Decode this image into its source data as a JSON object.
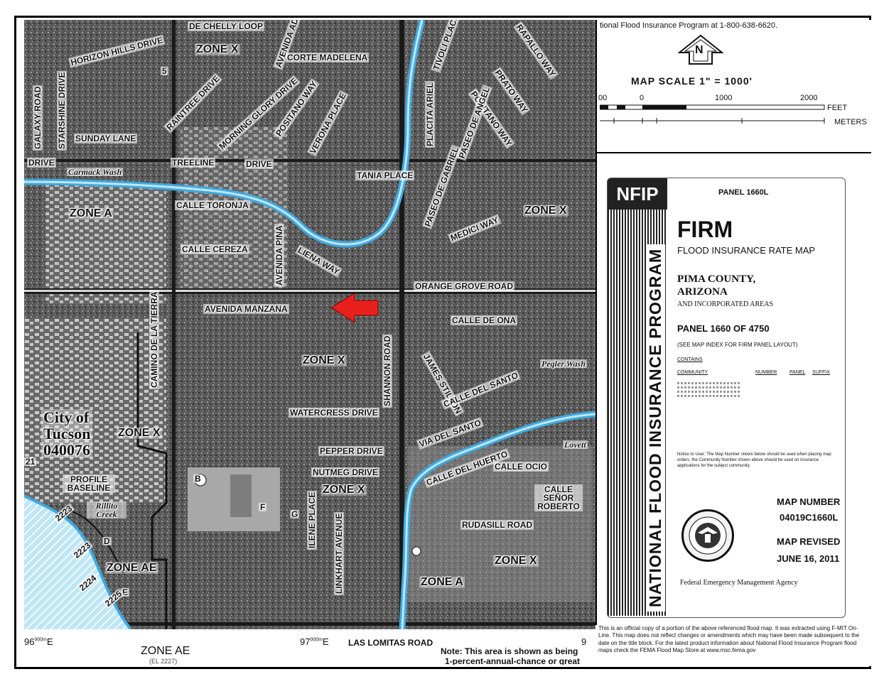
{
  "map": {
    "streets": [
      {
        "id": "de-chelly-loop",
        "text": "DE CHELLY LOOP"
      },
      {
        "id": "horizon-hills-drive",
        "text": "HORIZON HILLS DRIVE"
      },
      {
        "id": "avenida-adela",
        "text": "AVENIDA ADELA"
      },
      {
        "id": "corte-madelena",
        "text": "CORTE MADELENA"
      },
      {
        "id": "galaxy-road",
        "text": "GALAXY ROAD"
      },
      {
        "id": "starshine-drive",
        "text": "STARSHINE DRIVE"
      },
      {
        "id": "raintree-drive",
        "text": "RAINTREE DRIVE"
      },
      {
        "id": "morning-glory-drive",
        "text": "MORNING GLORY DRIVE"
      },
      {
        "id": "positano-way-1",
        "text": "POSITANO WAY"
      },
      {
        "id": "verona-place",
        "text": "VERONA PLACE"
      },
      {
        "id": "tivoli-place",
        "text": "TIVOLI PLACE"
      },
      {
        "id": "placita-ariel",
        "text": "PLACITA ARIEL"
      },
      {
        "id": "rapallo-way",
        "text": "RAPALLO WAY"
      },
      {
        "id": "prato-way",
        "text": "PRATO WAY"
      },
      {
        "id": "positano-way-2",
        "text": "POSITANO WAY"
      },
      {
        "id": "paseo-de-angel",
        "text": "PASEO DE ANGEL"
      },
      {
        "id": "sunday-lane",
        "text": "SUNDAY LANE"
      },
      {
        "id": "drive",
        "text": "DRIVE"
      },
      {
        "id": "treeline",
        "text": "TREELINE"
      },
      {
        "id": "drive-2",
        "text": "DRIVE"
      },
      {
        "id": "tania-place",
        "text": "TANIA PLACE"
      },
      {
        "id": "paseo-de-gabriel",
        "text": "PASEO DE GABRIEL"
      },
      {
        "id": "calle-toronja",
        "text": "CALLE TORONJA"
      },
      {
        "id": "medici-way",
        "text": "MEDICI WAY"
      },
      {
        "id": "calle-cereza",
        "text": "CALLE CEREZA"
      },
      {
        "id": "avenida-pina",
        "text": "AVENIDA PINA"
      },
      {
        "id": "liena-way",
        "text": "LIENA WAY"
      },
      {
        "id": "orange-grove-road",
        "text": "ORANGE GROVE ROAD"
      },
      {
        "id": "avenida-manzana",
        "text": "AVENIDA MANZANA"
      },
      {
        "id": "camino-de-la-tierra",
        "text": "CAMINO DE LA TIERRA"
      },
      {
        "id": "shannon-road",
        "text": "SHANNON ROAD"
      },
      {
        "id": "calle-de-ona",
        "text": "CALLE DE ONA"
      },
      {
        "id": "james-stilton",
        "text": "JAMES STILTON"
      },
      {
        "id": "calle-del-santo",
        "text": "CALLE DEL SANTO"
      },
      {
        "id": "watercress-drive",
        "text": "WATERCRESS DRIVE"
      },
      {
        "id": "via-del-santo",
        "text": "VIA DEL SANTO"
      },
      {
        "id": "pepper-drive",
        "text": "PEPPER DRIVE"
      },
      {
        "id": "nutmeg-drive",
        "text": "NUTMEG DRIVE"
      },
      {
        "id": "calle-del-huerto",
        "text": "CALLE DEL HUERTO"
      },
      {
        "id": "calle-ocio",
        "text": "CALLE OCIO"
      },
      {
        "id": "calle-senor-roberto",
        "text": "CALLE SEÑOR ROBERTO"
      },
      {
        "id": "ilene-place",
        "text": "ILENE PLACE"
      },
      {
        "id": "linkhart-avenue",
        "text": "LINKHART AVENUE"
      },
      {
        "id": "rudasill-road",
        "text": "RUDASILL ROAD"
      },
      {
        "id": "profile-baseline",
        "text": "PROFILE BASELINE"
      },
      {
        "id": "las-lomitas-road",
        "text": "LAS LOMITAS ROAD"
      }
    ],
    "zones": [
      {
        "id": "zone-x-1",
        "text": "ZONE X"
      },
      {
        "id": "zone-a-1",
        "text": "ZONE A"
      },
      {
        "id": "zone-x-2",
        "text": "ZONE X"
      },
      {
        "id": "zone-x-3",
        "text": "ZONE X"
      },
      {
        "id": "zone-x-4",
        "text": "ZONE X"
      },
      {
        "id": "zone-x-5",
        "text": "ZONE X"
      },
      {
        "id": "zone-ae-1",
        "text": "ZONE AE"
      },
      {
        "id": "zone-x-6",
        "text": "ZONE X"
      },
      {
        "id": "zone-a-2",
        "text": "ZONE A"
      }
    ],
    "washes": [
      {
        "id": "carmack-wash",
        "text": "Carmack Wash"
      },
      {
        "id": "rillito-creek",
        "text": "Rillito Creek"
      },
      {
        "id": "pegler-wash",
        "text": "Pegler Wash"
      },
      {
        "id": "lovett",
        "text": "Lovett"
      }
    ],
    "city": {
      "line1": "City of",
      "line2": "Tucson",
      "code": "040076"
    },
    "cross_sections": [
      "B",
      "D",
      "E",
      "F",
      "G"
    ],
    "elevations": [
      "2223",
      "2223",
      "2224",
      "2225"
    ],
    "marker_label": "5",
    "label_21": "21",
    "colors": {
      "stream": "#3fa9e0",
      "arrow": "#e8201b",
      "water_fill": "#9fd8ef"
    }
  },
  "bottom": {
    "coord_left": "96",
    "coord_left_sup": "000m",
    "coord_left_e": "E",
    "coord_mid": "97",
    "coord_mid_sup": "000m",
    "coord_mid_e": "E",
    "coord_right": "9",
    "zone_ae": "ZONE AE",
    "zone_ae_sub": "(EL 2227)",
    "las_lomitas": "LAS LOMITAS ROAD",
    "note_line1": "Note: This area is shown as being",
    "note_line2": "1-percent-annual-chance or great"
  },
  "scale": {
    "top_text": "tional Flood Insurance Program at 1-800-638-6620.",
    "north_letter": "N",
    "title": "MAP SCALE 1\" = 1000'",
    "tick_0a": "00",
    "tick_0": "0",
    "tick_1000": "1000",
    "tick_2000": "2000",
    "feet": "FEET",
    "meters": "METERS"
  },
  "panel": {
    "nfip": "NFIP",
    "vertical": "NATIONAL FLOOD INSURANCE PROGRAM",
    "panel_head": "PANEL 1660L",
    "firm": "FIRM",
    "firm_sub": "FLOOD INSURANCE RATE MAP",
    "county": "PIMA COUNTY,",
    "state": "ARIZONA",
    "areas": "AND INCORPORATED AREAS",
    "panel_of": "PANEL 1660 OF 4750",
    "see_index": "(SEE MAP INDEX FOR FIRM PANEL LAYOUT)",
    "contains": "CONTAINS",
    "col_community": "COMMUNITY",
    "col_number": "NUMBER",
    "col_panel": "PANEL",
    "col_suffix": "SUFFIX",
    "notice": "Notice to User: The Map Number shown below should be used when placing map orders; the Community Number shown above should be used on insurance applications for the subject community.",
    "map_number_label": "MAP NUMBER",
    "map_number": "04019C1660L",
    "map_revised_label": "MAP REVISED",
    "map_revised": "JUNE 16, 2011",
    "agency": "Federal Emergency Management Agency"
  },
  "disclaimer": "This is an official copy of a portion of the above referenced flood map. It was extracted using F-MIT On-Line. This map does not reflect changes or amendments which may have been made subsequent to the date on the title block. For the latest product information about National Flood Insurance Program flood maps check the FEMA Flood Map Store at www.msc.fema.gov"
}
